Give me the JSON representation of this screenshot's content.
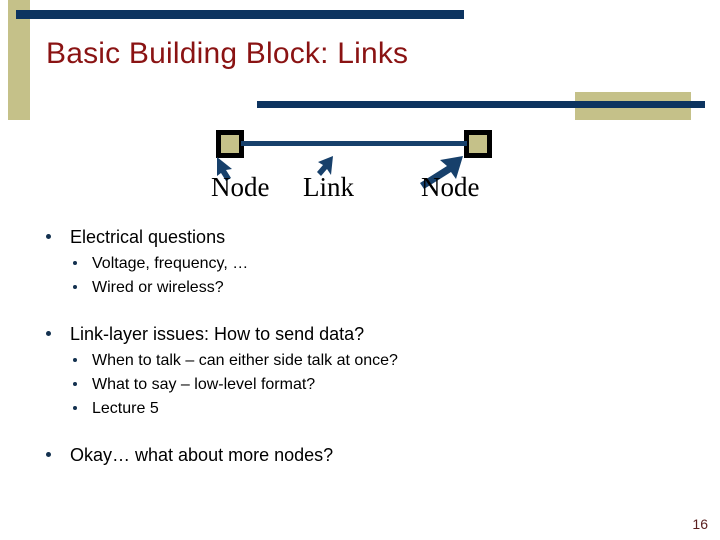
{
  "slide": {
    "title": "Basic Building Block: Links",
    "page_number": "16"
  },
  "colors": {
    "title": "#8a1313",
    "navy": "#0d3460",
    "link_navy": "#17406b",
    "tan": "#c5c189",
    "bullet": "#13314f",
    "page_number": "#5b2020",
    "background": "#ffffff"
  },
  "diagram": {
    "labels": {
      "node_left": "Node",
      "link": "Link",
      "node_right": "Node"
    },
    "icons": {
      "arrow_node_left": "arrow-up-left-icon",
      "arrow_link": "arrow-up-right-icon",
      "arrow_node_right": "arrow-up-right-icon"
    }
  },
  "body": {
    "groups": [
      {
        "heading": "Electrical questions",
        "items": [
          "Voltage, frequency, …",
          "Wired or wireless?"
        ]
      },
      {
        "heading": "Link-layer issues:  How to send data?",
        "items": [
          "When to talk – can either side talk at once?",
          "What to say – low-level format?",
          "Lecture 5"
        ]
      },
      {
        "heading": "Okay… what about more nodes?",
        "items": []
      }
    ]
  }
}
